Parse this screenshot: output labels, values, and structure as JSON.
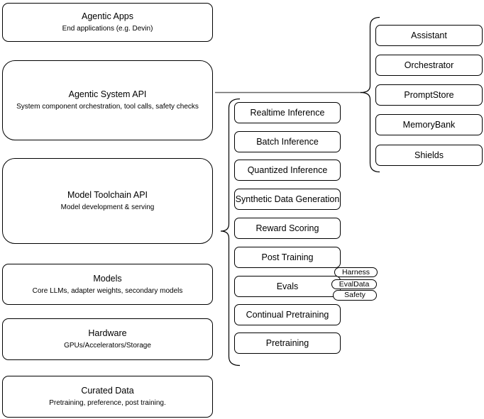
{
  "diagram": {
    "title": "Agentic system stack diagram",
    "left_stack": [
      {
        "title": "Agentic Apps",
        "subtitle": "End applications (e.g. Devin)"
      },
      {
        "title": "Agentic System API",
        "subtitle": "System component orchestration, tool calls, safety checks"
      },
      {
        "title": "Model Toolchain API",
        "subtitle": "Model development & serving"
      },
      {
        "title": "Models",
        "subtitle": "Core LLMs, adapter weights, secondary models"
      },
      {
        "title": "Hardware",
        "subtitle": "GPUs/Accelerators/Storage"
      },
      {
        "title": "Curated Data",
        "subtitle": "Pretraining, preference, post training."
      }
    ],
    "toolchain_items": [
      "Realtime Inference",
      "Batch Inference",
      "Quantized Inference",
      "Synthetic Data Generation",
      "Reward Scoring",
      "Post Training",
      "Evals",
      "Continual Pretraining",
      "Pretraining"
    ],
    "eval_tags": [
      "Harness",
      "EvalData",
      "Safety"
    ],
    "system_components": [
      "Assistant",
      "Orchestrator",
      "PromptStore",
      "MemoryBank",
      "Shields"
    ],
    "colors": {
      "background": "#ffffff",
      "node_fill": "#ffffff",
      "node_stroke": "#000000",
      "connector": "#666666",
      "text": "#000000"
    }
  }
}
